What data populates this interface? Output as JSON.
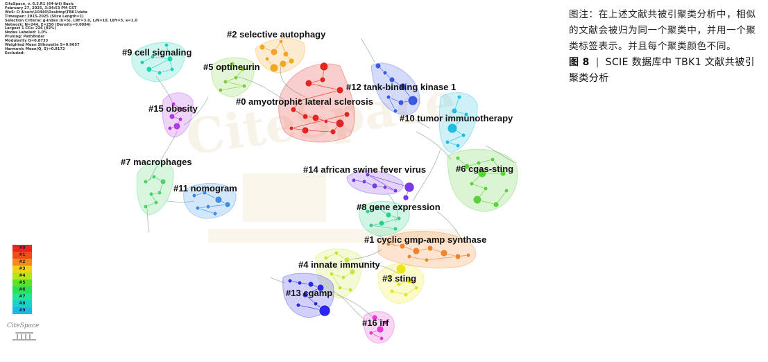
{
  "header_info": [
    "CiteSpace, v. 6.3.R1 (64-bit) Basic",
    "February 27, 2025, 3:34:53 PM CST",
    "WoS: C:\\Users\\10440\\Desktop\\TBK1\\data",
    "Timespan: 2015-2025 (Slice Length=1)",
    "Selection Criteria: g-index (k=5), LRF=3.0, L/N=10, LBY=5, e=1.0",
    "Network: N=244, E=250 (Density=0.0084)",
    "Largest 1 CCs: 226 (92%)",
    "Nodes Labeled: 1.0%",
    "Pruning: Pathfinder",
    "Modularity Q=0.8733",
    "Weighted Mean Silhouette S=0.9657",
    "Harmonic Mean(Q, S)=0.9172",
    "Excluded:"
  ],
  "legend": {
    "labels": [
      "#0",
      "#1",
      "#2",
      "#3",
      "#4",
      "#5",
      "#6",
      "#7",
      "#8",
      "#9"
    ],
    "colors": [
      "#e8261e",
      "#f04c1a",
      "#f5891a",
      "#f0d21a",
      "#b5e61a",
      "#5fe02a",
      "#2ae05a",
      "#20e696",
      "#1ad2c8",
      "#1ab8e6"
    ]
  },
  "logo_text": "CiteSpace",
  "clusters": [
    {
      "id": "#0",
      "label": "#0 amyotrophic lateral sclerosis",
      "color": "#e52620"
    },
    {
      "id": "#1",
      "label": "#1 cyclic gmp-amp synthase",
      "color": "#f0842a"
    },
    {
      "id": "#2",
      "label": "#2 selective autophagy",
      "color": "#f5a623"
    },
    {
      "id": "#3",
      "label": "#3 sting",
      "color": "#e8e61a"
    },
    {
      "id": "#4",
      "label": "#4 innate immunity",
      "color": "#c8e63a"
    },
    {
      "id": "#5",
      "label": "#5 optineurin",
      "color": "#7ad23a"
    },
    {
      "id": "#6",
      "label": "#6 cgas-sting",
      "color": "#5ad23a"
    },
    {
      "id": "#7",
      "label": "#7 macrophages",
      "color": "#4ed26a"
    },
    {
      "id": "#8",
      "label": "#8 gene expression",
      "color": "#2ad28a"
    },
    {
      "id": "#9",
      "label": "#9 cell signaling",
      "color": "#20d2b4"
    },
    {
      "id": "#10",
      "label": "#10 tumor immunotherapy",
      "color": "#20bede"
    },
    {
      "id": "#11",
      "label": "#11 nomogram",
      "color": "#3a8ee6"
    },
    {
      "id": "#12",
      "label": "#12 tank-binding kinase 1",
      "color": "#3a5ae6"
    },
    {
      "id": "#13",
      "label": "#13 cgamp",
      "color": "#2a2ae6"
    },
    {
      "id": "#14",
      "label": "#14 african swine fever virus",
      "color": "#7a3ae6"
    },
    {
      "id": "#15",
      "label": "#15 obesity",
      "color": "#b43ae6"
    },
    {
      "id": "#16",
      "label": "#16 irf",
      "color": "#e63ad2"
    }
  ],
  "caption": {
    "note": "图注：在上述文献共被引聚类分析中，相似的文献会被归为同一个聚类中，并用一个聚类标签表示。并且每个聚类颜色不同。",
    "figure_label": "图 8",
    "separator": "|",
    "figure_title": "SCIE 数据库中 TBK1 文献共被引聚类分析"
  }
}
